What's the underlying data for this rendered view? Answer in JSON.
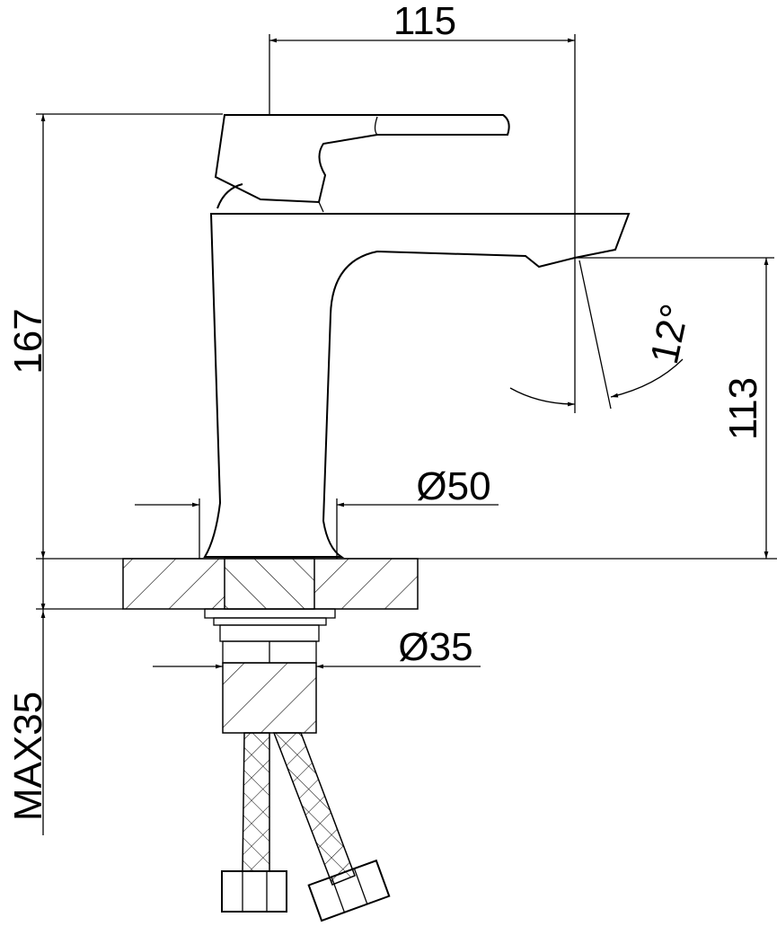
{
  "title": "Basin faucet dimension drawing",
  "dimensions": {
    "width_reach": "115",
    "total_height": "167",
    "spout_height": "113",
    "spout_angle": "12°",
    "base_diameter": "Ø50",
    "shank_diameter": "Ø35",
    "max_counter_thickness": "MAX35"
  },
  "colors": {
    "line": "#000000",
    "background": "#ffffff"
  }
}
